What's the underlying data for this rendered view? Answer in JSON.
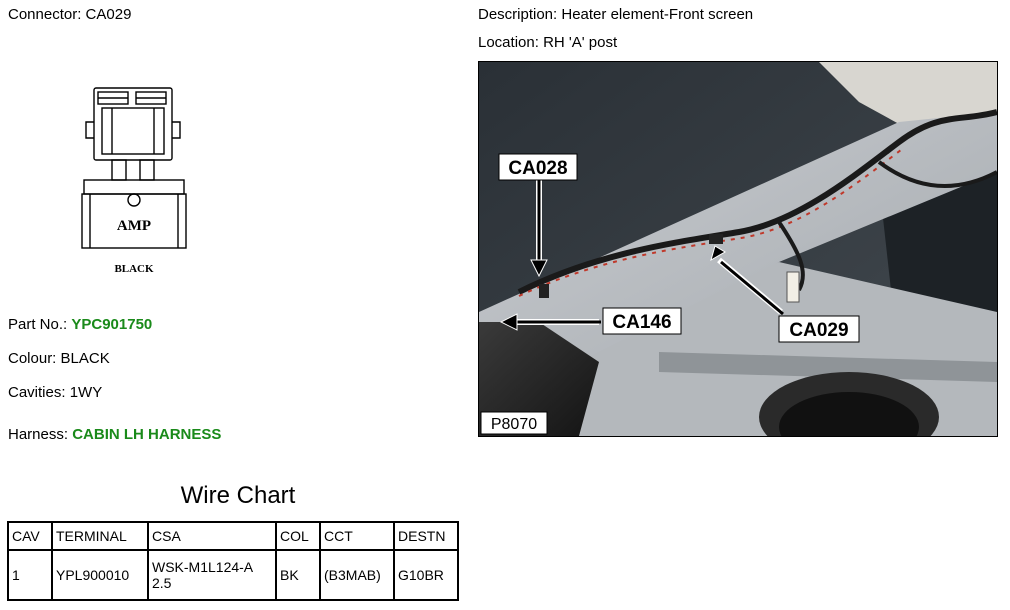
{
  "connector": {
    "label": "Connector:",
    "value": "CA029",
    "drawing_brand": "AMP",
    "drawing_color_label": "BLACK"
  },
  "description": {
    "label": "Description:",
    "value": "Heater element-Front screen"
  },
  "location": {
    "label": "Location:",
    "value": "RH 'A' post"
  },
  "part_no": {
    "label": "Part No.:",
    "value": "YPC901750"
  },
  "colour": {
    "label": "Colour:",
    "value": "BLACK"
  },
  "cavities": {
    "label": "Cavities:",
    "value": "1WY"
  },
  "harness": {
    "label": "Harness:",
    "value": "CABIN LH HARNESS"
  },
  "photo": {
    "callout_1": "CA028",
    "callout_2": "CA146",
    "callout_3": "CA029",
    "ref": "P8070"
  },
  "wire_chart": {
    "title": "Wire Chart",
    "headers": [
      "CAV",
      "TERMINAL",
      "CSA",
      "COL",
      "CCT",
      "DESTN"
    ],
    "rows": [
      [
        "1",
        "YPL900010",
        "WSK-M1L124-A 2.5",
        "BK",
        "(B3MAB)",
        "G10BR"
      ]
    ]
  },
  "colors": {
    "accent_green": "#1a8a1a"
  }
}
